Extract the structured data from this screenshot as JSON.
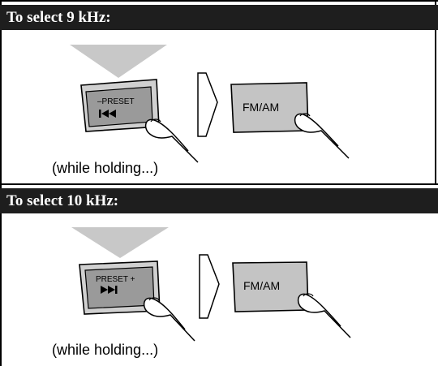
{
  "colors": {
    "band": "#1e1e1e",
    "button_gray": "#c4c4c4",
    "arrow_gray": "#c8c8c8"
  },
  "sections": [
    {
      "title": "To select 9 kHz:",
      "button_label": "–PRESET",
      "button_icon": "skip-back-icon",
      "fm_am_label": "FM/AM",
      "caption": "(while holding...)"
    },
    {
      "title": "To select 10 kHz:",
      "button_label": "PRESET +",
      "button_icon": "skip-forward-icon",
      "fm_am_label": "FM/AM",
      "caption": "(while holding...)"
    }
  ]
}
